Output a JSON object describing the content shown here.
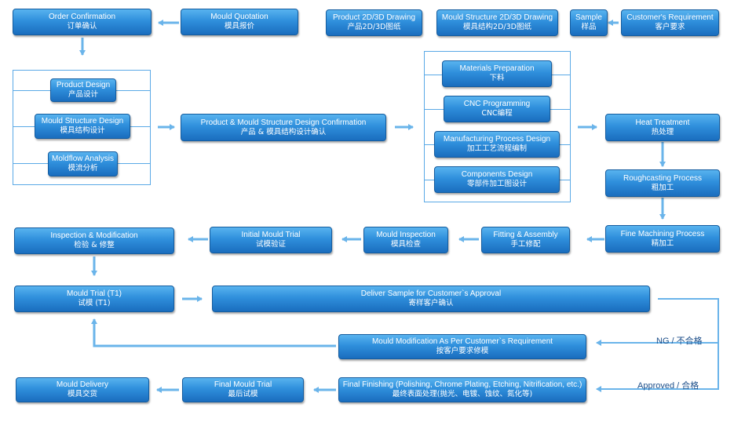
{
  "nodes": {
    "customer_requirement": {
      "en": "Customer's Requirement",
      "zh": "客户要求"
    },
    "sample": {
      "en": "Sample",
      "zh": "样品"
    },
    "mould_structure_drawing": {
      "en": "Mould Structure 2D/3D Drawing",
      "zh": "模具结构2D/3D图纸"
    },
    "product_drawing": {
      "en": "Product 2D/3D Drawing",
      "zh": "产品2D/3D图纸"
    },
    "mould_quotation": {
      "en": "Mould Quotation",
      "zh": "模具报价"
    },
    "order_confirmation": {
      "en": "Order Confirmation",
      "zh": "订单确认"
    },
    "product_design": {
      "en": "Product Design",
      "zh": "产品设计"
    },
    "mould_structure_design": {
      "en": "Mould Structure Design",
      "zh": "模具结构设计"
    },
    "moldflow_analysis": {
      "en": "Moldflow Analysis",
      "zh": "模流分析"
    },
    "design_confirmation": {
      "en": "Product & Mould Structure Design Confirmation",
      "zh": "产品 & 模具结构设计确认"
    },
    "materials_preparation": {
      "en": "Materials Preparation",
      "zh": "下料"
    },
    "cnc_programming": {
      "en": "CNC Programming",
      "zh": "CNC编程"
    },
    "manufacturing_process_design": {
      "en": "Manufacturing Process Design",
      "zh": "加工工艺流程编制"
    },
    "components_design": {
      "en": "Components Design",
      "zh": "零部件加工图设计"
    },
    "heat_treatment": {
      "en": "Heat Treatment",
      "zh": "热处理"
    },
    "roughcasting_process": {
      "en": "Roughcasting Process",
      "zh": "粗加工"
    },
    "fine_machining_process": {
      "en": "Fine Machining Process",
      "zh": "精加工"
    },
    "fitting_assembly": {
      "en": "Fitting & Assembly",
      "zh": "手工修配"
    },
    "mould_inspection": {
      "en": "Mould Inspection",
      "zh": "模具检查"
    },
    "initial_mould_trial": {
      "en": "Initial Mould Trial",
      "zh": "试模验证"
    },
    "inspection_modification": {
      "en": "Inspection & Modification",
      "zh": "检验 & 修整"
    },
    "mould_trial_t1": {
      "en": "Mould Trial (T1)",
      "zh": "试模 (T1)"
    },
    "deliver_sample": {
      "en": "Deliver Sample for Customer`s  Approval",
      "zh": "寄样客户确认"
    },
    "mould_modification": {
      "en": "Mould Modification As Per Customer`s  Requirement",
      "zh": "按客户要求修模"
    },
    "final_finishing": {
      "en": "Final Finishing (Polishing, Chrome Plating, Etching, Nitrification, etc.)",
      "zh": "最终表面处理(抛光、电镀、蚀纹、氮化等)"
    },
    "final_mould_trial": {
      "en": "Final Mould Trial",
      "zh": "最后试模"
    },
    "mould_delivery": {
      "en": "Mould Delivery",
      "zh": "模具交货"
    }
  },
  "edge_labels": {
    "ng": {
      "en": "NG / ",
      "zh": "不合格"
    },
    "approved": {
      "en": "Approved / ",
      "zh": "合格"
    }
  },
  "colors": {
    "box_top": "#58b3ef",
    "box_bottom": "#1a6dbe",
    "arrow": "#6ab4ea",
    "frame": "#5aa9e6",
    "label_text": "#1d4f8a"
  }
}
